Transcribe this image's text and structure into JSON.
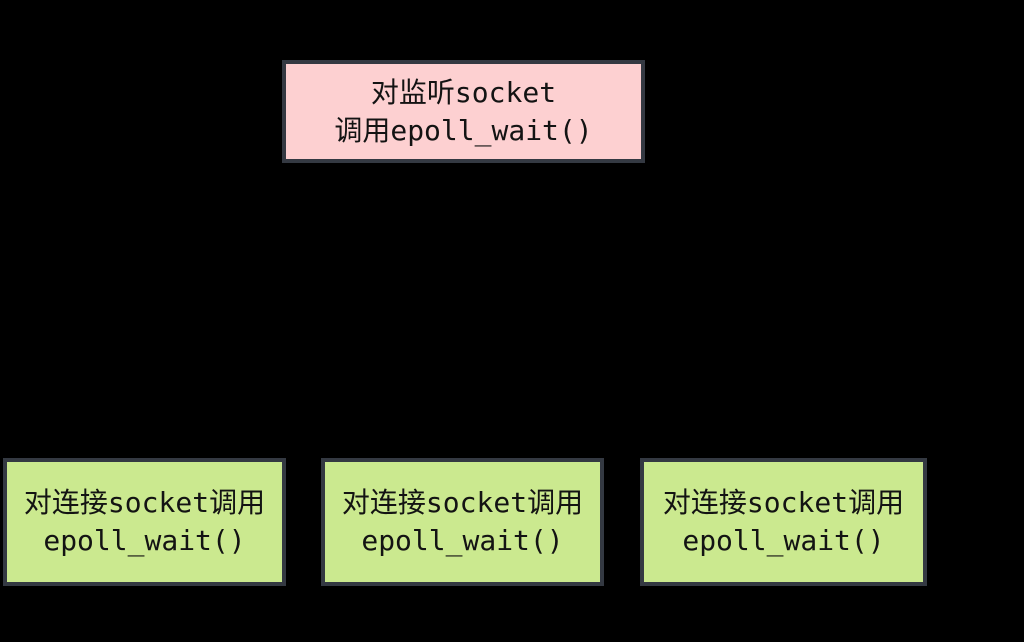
{
  "colors": {
    "background": "#000000",
    "top_node_fill": "#fdd0d1",
    "bottom_node_fill": "#cbe98f",
    "node_border": "#343942",
    "text": "#131313"
  },
  "top_node": {
    "line1": "对监听socket",
    "line2": "调用epoll_wait()"
  },
  "bottom_nodes": [
    {
      "line1": "对连接socket调用",
      "line2": "epoll_wait()"
    },
    {
      "line1": "对连接socket调用",
      "line2": "epoll_wait()"
    },
    {
      "line1": "对连接socket调用",
      "line2": "epoll_wait()"
    }
  ]
}
